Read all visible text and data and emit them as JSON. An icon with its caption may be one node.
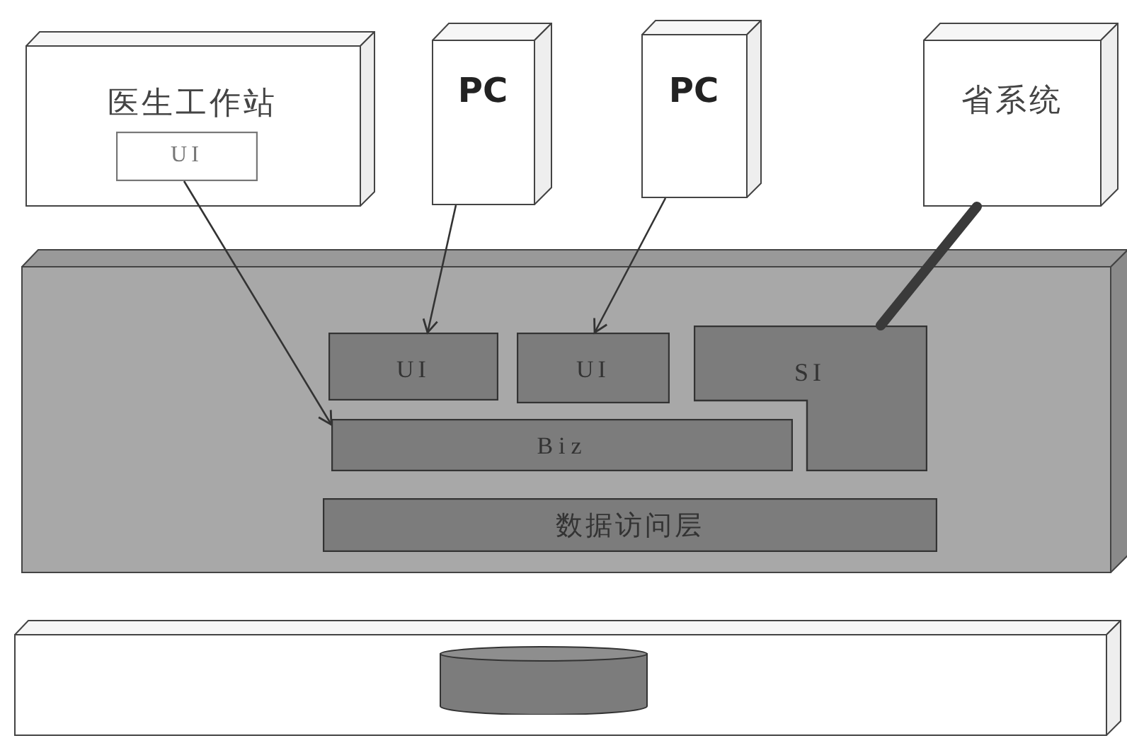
{
  "diagram": {
    "nodes": [
      {
        "text": [
          "医生工作站"
        ]
      },
      {
        "text": [
          "UI"
        ],
        "in": 0
      },
      {
        "text": [
          "PC"
        ]
      },
      {
        "text": [
          "PC"
        ]
      },
      {
        "text": [
          "省系统"
        ]
      },
      {
        "text": [],
        "shape": "box"
      },
      {
        "text": [
          "UI"
        ],
        "in": 5
      },
      {
        "text": [
          "UI"
        ],
        "in": 5
      },
      {
        "text": [
          "SI"
        ],
        "in": 5
      },
      {
        "text": [
          "Biz"
        ],
        "in": 5
      },
      {
        "text": [
          "数据访问层"
        ],
        "in": 5
      },
      {
        "text": [],
        "shape": "box"
      },
      {
        "text": [],
        "shape": "cylinder",
        "in": 11
      }
    ],
    "edges": [
      {
        "from": 1,
        "to": 9,
        "arrow": "to"
      },
      {
        "from": 2,
        "to": 6,
        "arrow": "to"
      },
      {
        "from": 3,
        "to": 7,
        "arrow": "to"
      },
      {
        "from": 4,
        "to": 8,
        "arrow": "none",
        "style": "thick"
      }
    ]
  }
}
